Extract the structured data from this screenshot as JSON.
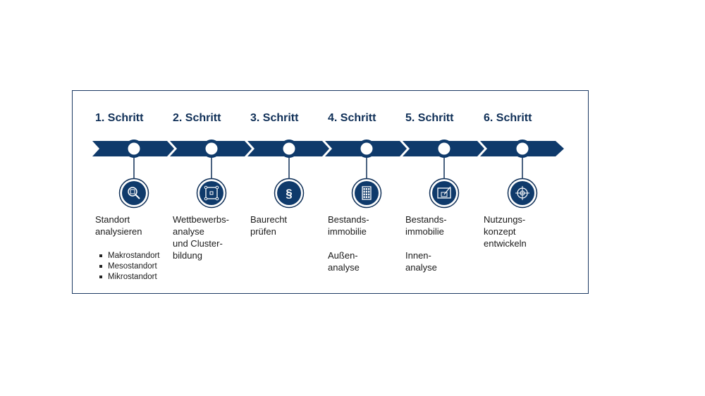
{
  "colors": {
    "primary": "#0f3a6b",
    "border": "#1c3a63"
  },
  "steps": [
    {
      "title": "1. Schritt",
      "icon": "magnifier-building-icon",
      "desc": [
        "Standort",
        "analysieren"
      ],
      "bullets": [
        "Makrostandort",
        "Mesostandort",
        "Mikrostandort"
      ]
    },
    {
      "title": "2. Schritt",
      "icon": "cluster-square-icon",
      "desc": [
        "Wettbewerbs-",
        "analyse",
        "und Cluster-",
        "bildung"
      ]
    },
    {
      "title": "3. Schritt",
      "icon": "paragraph-icon",
      "desc": [
        "Baurecht",
        "prüfen"
      ]
    },
    {
      "title": "4. Schritt",
      "icon": "building-icon",
      "desc": [
        "Bestands-",
        "immobilie",
        "",
        "Außen-",
        "analyse"
      ]
    },
    {
      "title": "5. Schritt",
      "icon": "blueprint-icon",
      "desc": [
        "Bestands-",
        "immobilie",
        "",
        "Innen-",
        "analyse"
      ]
    },
    {
      "title": "6. Schritt",
      "icon": "target-icon",
      "desc": [
        "Nutzungs-",
        "konzept",
        "entwickeln"
      ]
    }
  ]
}
